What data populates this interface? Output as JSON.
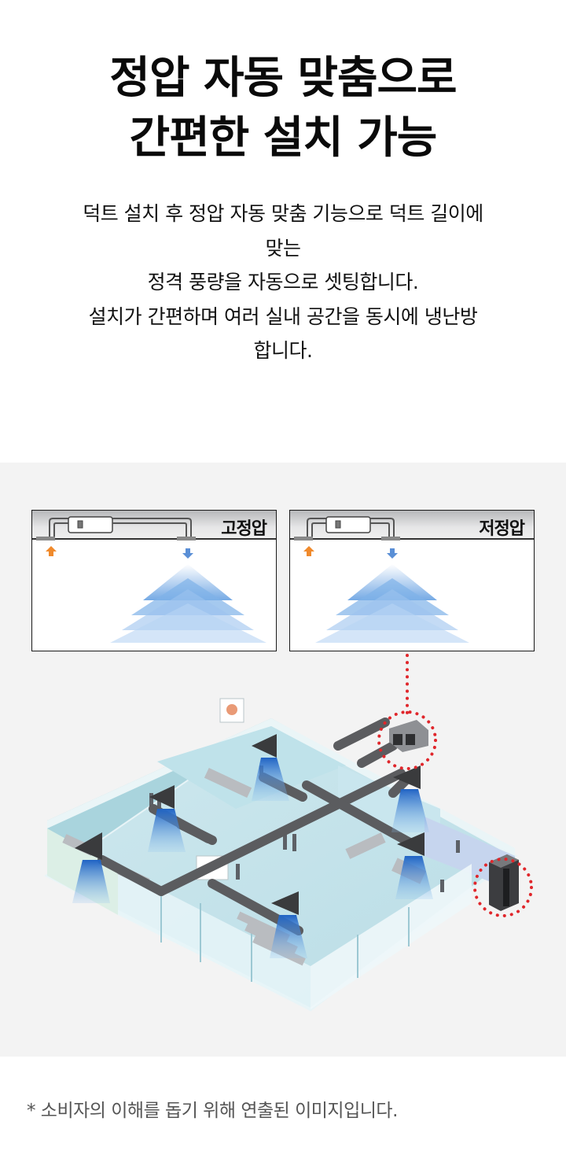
{
  "headline": {
    "line1": "정압 자동 맞춤으로",
    "line2": "간편한 설치 가능"
  },
  "description": {
    "lines": [
      "덕트 설치 후 정압 자동 맞춤 기능으로 덕트 길이에",
      "맞는",
      "정격 풍량을 자동으로 셋팅합니다.",
      "설치가 간편하며 여러 실내 공간을 동시에 냉난방",
      "합니다."
    ]
  },
  "panels": [
    {
      "label": "고정압",
      "type": "fixed-pressure"
    },
    {
      "label": "저정압",
      "type": "low-pressure"
    }
  ],
  "illustration": {
    "subject": "isometric-office-duct-system",
    "highlight_color": "#e0262b",
    "airflow_color": "#2f7fd4",
    "intake_arrow_color": "#f08a2c"
  },
  "footnote": "* 소비자의 이해를 돕기 위해 연출된 이미지입니다."
}
